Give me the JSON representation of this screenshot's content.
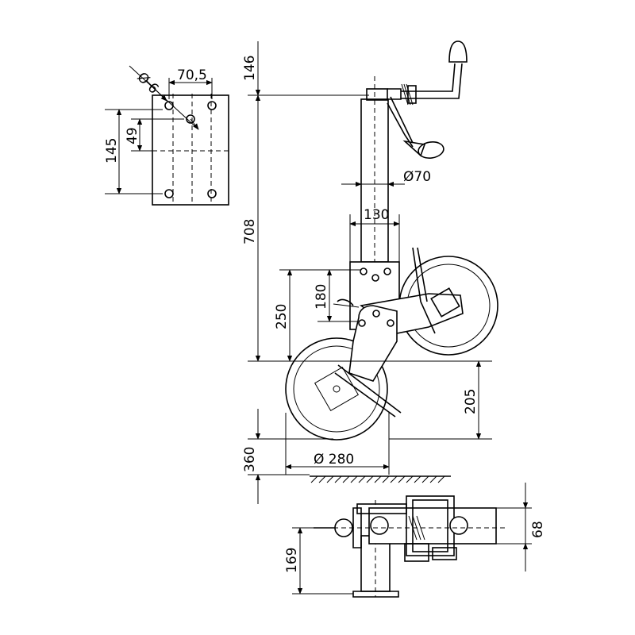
{
  "dimensions": {
    "plate_hole_dia": "Ø 6",
    "plate_width": "70,5",
    "plate_height": "145",
    "plate_hole_spacing": "49",
    "handle_height": "146",
    "tube_dia": "Ø70",
    "clamp_width": "130",
    "body_height": "708",
    "clamp_height": "180",
    "wheel_pivot_height": "250",
    "wheel_axle_height": "205",
    "wheel_dia": "Ø 280",
    "ground_clearance": "360",
    "bottom_height": "169",
    "bottom_width": "68"
  }
}
